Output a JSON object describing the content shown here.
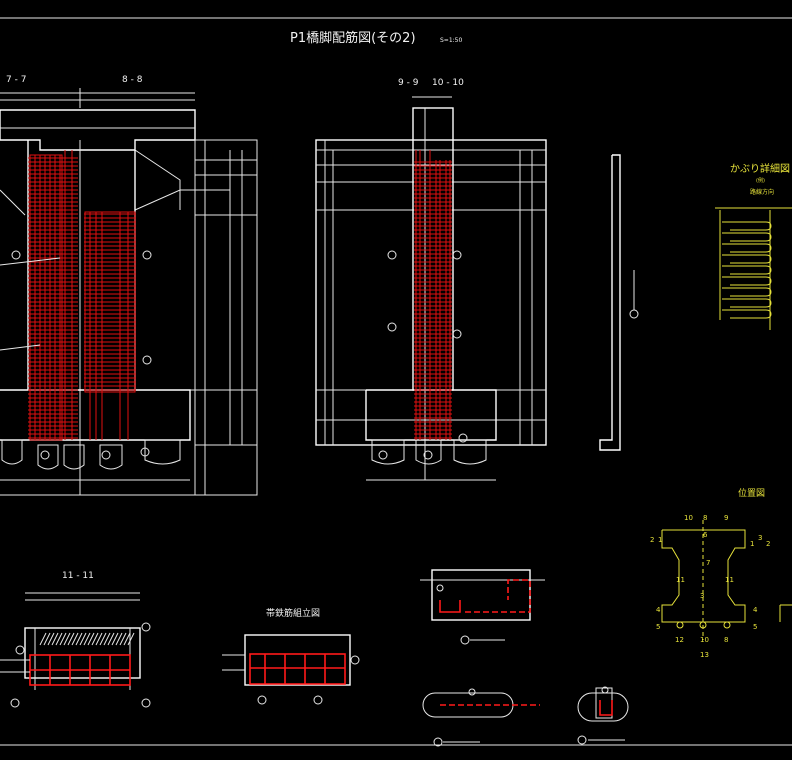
{
  "title": "P1橋脚配筋図(その2)",
  "scale": "S=1:50",
  "sections": {
    "s7": "7 - 7",
    "s8": "8 - 8",
    "s9": "9 - 9",
    "s10": "10 - 10",
    "s11": "11 - 11"
  },
  "labels": {
    "hoop_assembly": "帯鉄筋組立図",
    "cover_detail": "かぶり詳細図",
    "cover_sub": "(例)",
    "cover_direction": "路線方向",
    "position_map": "位置図"
  },
  "position_numbers": {
    "top": [
      "10",
      "8",
      "6",
      "9"
    ],
    "left": [
      "2",
      "1"
    ],
    "right": [
      "1",
      "3",
      "2"
    ],
    "mid_left": "11",
    "mid_center": "7",
    "mid_right": "11",
    "lower_center": "3",
    "lower_left": [
      "4",
      "5"
    ],
    "lower_right": [
      "4",
      "5"
    ],
    "bottom": [
      "12",
      "10",
      "8"
    ],
    "bottom_center": "13"
  },
  "colors": {
    "background": "#000000",
    "line": "#e8e8e8",
    "rebar": "#e01010",
    "annotation": "#e6e23a"
  }
}
